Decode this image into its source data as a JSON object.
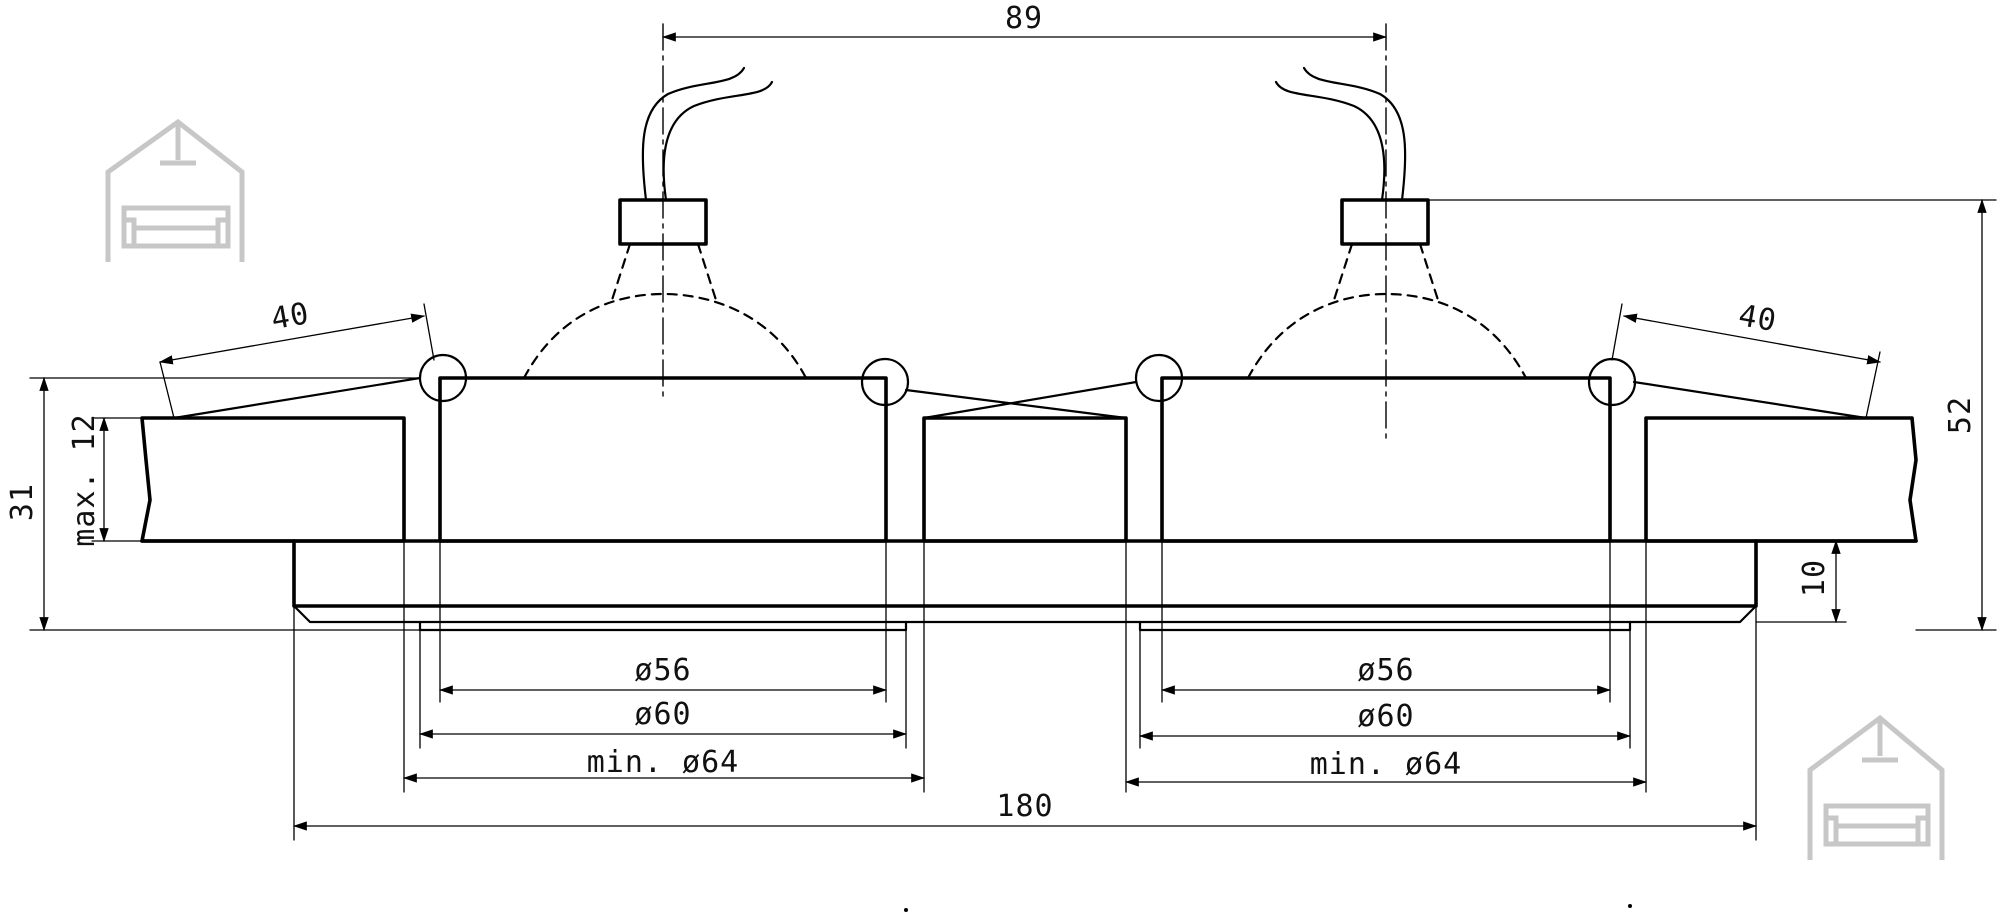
{
  "dimensions": {
    "spacing": "89",
    "total_height": "52",
    "protrusion": "31",
    "ceiling_max": "max. 12",
    "bezel": "10",
    "tilt_left": "40",
    "tilt_right": "40",
    "left_d56": "ø56",
    "left_d60": "ø60",
    "left_cutout": "min. ø64",
    "right_d56": "ø56",
    "right_d60": "ø60",
    "right_cutout": "min. ø64",
    "total_width": "180"
  },
  "colors": {
    "line": "#000000",
    "logo": "#c7c7c7"
  },
  "icons": [
    "house-sofa-logo-icon",
    "house-sofa-logo-icon"
  ]
}
